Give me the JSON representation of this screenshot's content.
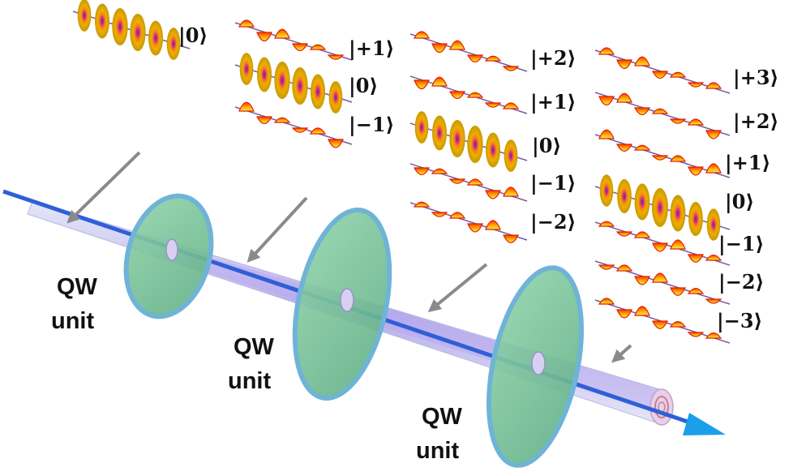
{
  "title": "",
  "colors": {
    "beam_core": "#2f5fd8",
    "beam_tube": "#a9a9e6",
    "plate_fill": "#7fc79a",
    "plate_rim": "#6fb4d6",
    "donut_outer": "#e8b000",
    "petal": "#ff6a00",
    "arrow": "#8a8a8a"
  },
  "qw_units": [
    {
      "line1": "QW",
      "line2": "unit"
    },
    {
      "line1": "QW",
      "line2": "unit"
    },
    {
      "line1": "QW",
      "line2": "unit"
    }
  ],
  "state_groups": [
    {
      "kets": [
        "|0⟩"
      ]
    },
    {
      "kets": [
        "|+1⟩",
        "|0⟩",
        "|−1⟩"
      ]
    },
    {
      "kets": [
        "|+2⟩",
        "|+1⟩",
        "|0⟩",
        "|−1⟩",
        "|−2⟩"
      ]
    },
    {
      "kets": [
        "|+3⟩",
        "|+2⟩",
        "|+1⟩",
        "|0⟩",
        "|−1⟩",
        "|−2⟩",
        "|−3⟩"
      ]
    }
  ]
}
